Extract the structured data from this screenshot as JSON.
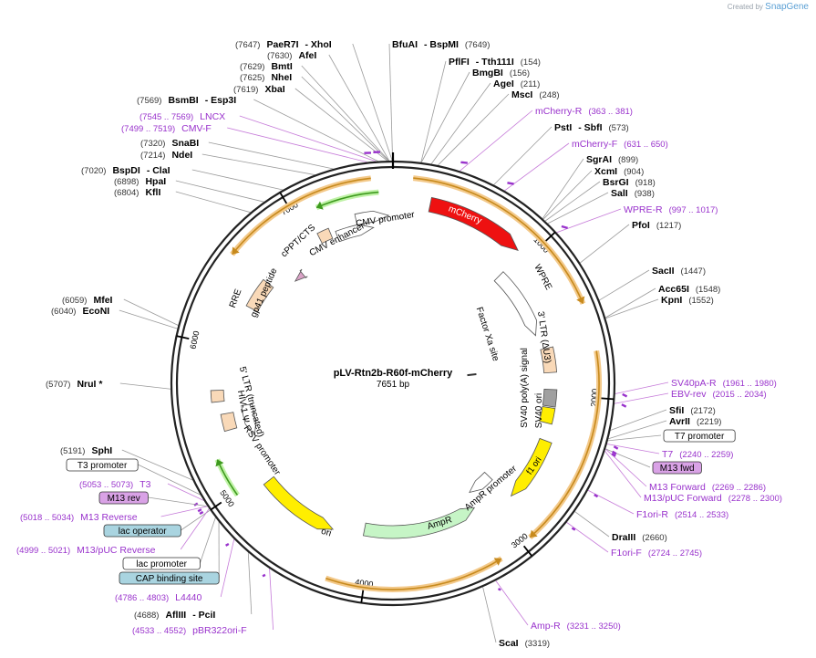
{
  "credit": {
    "prefix": "Created by",
    "brand": "SnapGene"
  },
  "plasmid": {
    "name": "pLV-Rtn2b-R60f-mCherry",
    "size": "7651 bp",
    "length": 7651
  },
  "colors": {
    "enzyme": "#000000",
    "primer": "#9932cc",
    "position": "#333333",
    "cut_line": "#9a9a9a",
    "feature_line": "#c67bd9"
  },
  "ticks": [
    "1000",
    "2000",
    "3000",
    "4000",
    "5000",
    "6000",
    "7000"
  ],
  "features": [
    {
      "label": "mCherry",
      "fill": "#ee1111",
      "kind": "arrow"
    },
    {
      "label": "WPRE",
      "fill": "#ffffff",
      "kind": "arrow"
    },
    {
      "label": "3' LTR (ΔU3)",
      "fill": "#f9d9b8",
      "kind": "box"
    },
    {
      "label": "SV40 poly(A) signal",
      "fill": "#a0a0a0",
      "kind": "box"
    },
    {
      "label": "SV40 ori",
      "fill": "#ffee00",
      "kind": "box"
    },
    {
      "label": "f1 ori",
      "fill": "#ffee00",
      "kind": "arrow"
    },
    {
      "label": "AmpR promoter",
      "fill": "#ffffff",
      "kind": "arrow"
    },
    {
      "label": "AmpR",
      "fill": "#c6f5c6",
      "kind": "arrow"
    },
    {
      "label": "ori",
      "fill": "#ffee00",
      "kind": "arrow"
    },
    {
      "label": "RSV promoter",
      "fill": "#ffffff",
      "kind": "arrow"
    },
    {
      "label": "5' LTR (truncated)",
      "fill": "#f9d9b8",
      "kind": "box"
    },
    {
      "label": "HIV-1 Ψ",
      "fill": "#f9d9b8",
      "kind": "box"
    },
    {
      "label": "RRE",
      "fill": "#f9d9b8",
      "kind": "box"
    },
    {
      "label": "gp41 peptide",
      "fill": "#d9a2c6",
      "kind": "arrow"
    },
    {
      "label": "cPPT/CTS",
      "fill": "#f9d9b8",
      "kind": "box"
    },
    {
      "label": "CMV enhancer",
      "fill": "#ffffff",
      "kind": "arrow"
    },
    {
      "label": "CMV promoter",
      "fill": "#ffffff",
      "kind": "arrow"
    },
    {
      "label": "Factor Xa site",
      "fill": "#ffffff",
      "kind": "mark"
    }
  ],
  "labels": [
    {
      "pos": "(7647)",
      "name": "PaeR7I",
      "extra": "- XhoI",
      "type": "enzyme"
    },
    {
      "name": "BfuAI",
      "extra": "- BspMI",
      "pos": "(7649)",
      "type": "enzyme"
    },
    {
      "pos": "(7630)",
      "name": "AfeI",
      "type": "enzyme"
    },
    {
      "name": "PflFI",
      "extra": "- Tth111I",
      "pos": "(154)",
      "type": "enzyme"
    },
    {
      "pos": "(7629)",
      "name": "BmtI",
      "type": "enzyme"
    },
    {
      "name": "BmgBI",
      "pos": "(156)",
      "type": "enzyme"
    },
    {
      "pos": "(7625)",
      "name": "NheI",
      "type": "enzyme"
    },
    {
      "name": "AgeI",
      "pos": "(211)",
      "type": "enzyme"
    },
    {
      "pos": "(7619)",
      "name": "XbaI",
      "type": "enzyme"
    },
    {
      "name": "MscI",
      "pos": "(248)",
      "type": "enzyme"
    },
    {
      "pos": "(7569)",
      "name": "BsmBI",
      "extra": "- Esp3I",
      "type": "enzyme"
    },
    {
      "name": "mCherry-R",
      "pos": "(363 .. 381)",
      "type": "primer"
    },
    {
      "pos": "(7545 .. 7569)",
      "name": "LNCX",
      "type": "primer"
    },
    {
      "name": "PstI",
      "extra": "- SbfI",
      "pos": "(573)",
      "type": "enzyme"
    },
    {
      "pos": "(7499 .. 7519)",
      "name": "CMV-F",
      "type": "primer"
    },
    {
      "name": "mCherry-F",
      "pos": "(631 .. 650)",
      "type": "primer"
    },
    {
      "pos": "(7320)",
      "name": "SnaBI",
      "type": "enzyme"
    },
    {
      "pos": "(7214)",
      "name": "NdeI",
      "type": "enzyme"
    },
    {
      "name": "SgrAI",
      "pos": "(899)",
      "type": "enzyme"
    },
    {
      "pos": "(7020)",
      "name": "BspDI",
      "extra": "- ClaI",
      "type": "enzyme"
    },
    {
      "name": "XcmI",
      "pos": "(904)",
      "type": "enzyme"
    },
    {
      "pos": "(6898)",
      "name": "HpaI",
      "type": "enzyme"
    },
    {
      "name": "BsrGI",
      "pos": "(918)",
      "type": "enzyme"
    },
    {
      "pos": "(6804)",
      "name": "KflI",
      "type": "enzyme"
    },
    {
      "name": "SalI",
      "pos": "(938)",
      "type": "enzyme"
    },
    {
      "name": "WPRE-R",
      "pos": "(997 .. 1017)",
      "type": "primer"
    },
    {
      "name": "PfoI",
      "pos": "(1217)",
      "type": "enzyme"
    },
    {
      "name": "SacII",
      "pos": "(1447)",
      "type": "enzyme"
    },
    {
      "name": "Acc65I",
      "pos": "(1548)",
      "type": "enzyme"
    },
    {
      "name": "KpnI",
      "pos": "(1552)",
      "type": "enzyme"
    },
    {
      "pos": "(6059)",
      "name": "MfeI",
      "type": "enzyme"
    },
    {
      "pos": "(6040)",
      "name": "EcoNI",
      "type": "enzyme"
    },
    {
      "pos": "(5707)",
      "name": "NruI *",
      "type": "enzyme"
    },
    {
      "name": "SV40pA-R",
      "pos": "(1961 .. 1980)",
      "type": "primer"
    },
    {
      "name": "EBV-rev",
      "pos": "(2015 .. 2034)",
      "type": "primer"
    },
    {
      "name": "SfiI",
      "pos": "(2172)",
      "type": "enzyme"
    },
    {
      "name": "AvrII",
      "pos": "(2219)",
      "type": "enzyme"
    },
    {
      "name": "T7 promoter",
      "type": "boxed-white"
    },
    {
      "name": "T7",
      "pos": "(2240 .. 2259)",
      "type": "primer"
    },
    {
      "pos": "(5191)",
      "name": "SphI",
      "type": "enzyme"
    },
    {
      "name": "T3 promoter",
      "type": "boxed-white"
    },
    {
      "name": "M13 fwd",
      "type": "boxed-purple"
    },
    {
      "pos": "(5053 .. 5073)",
      "name": "T3",
      "type": "primer"
    },
    {
      "name": "M13 Forward",
      "pos": "(2269 .. 2286)",
      "type": "primer"
    },
    {
      "name": "M13 rev",
      "type": "boxed-purple"
    },
    {
      "name": "M13/pUC Forward",
      "pos": "(2278 .. 2300)",
      "type": "primer"
    },
    {
      "pos": "(5018 .. 5034)",
      "name": "M13 Reverse",
      "type": "primer"
    },
    {
      "name": "F1ori-R",
      "pos": "(2514 .. 2533)",
      "type": "primer"
    },
    {
      "name": "lac operator",
      "type": "boxed-teal"
    },
    {
      "name": "DraIII",
      "pos": "(2660)",
      "type": "enzyme"
    },
    {
      "pos": "(4999 .. 5021)",
      "name": "M13/pUC Reverse",
      "type": "primer"
    },
    {
      "name": "F1ori-F",
      "pos": "(2724 .. 2745)",
      "type": "primer"
    },
    {
      "name": "lac promoter",
      "type": "boxed-white"
    },
    {
      "name": "CAP binding site",
      "type": "boxed-teal"
    },
    {
      "pos": "(4786 .. 4803)",
      "name": "L4440",
      "type": "primer"
    },
    {
      "pos": "(4688)",
      "name": "AflIII",
      "extra": "- PciI",
      "type": "enzyme"
    },
    {
      "name": "Amp-R",
      "pos": "(3231 .. 3250)",
      "type": "primer"
    },
    {
      "pos": "(4533 .. 4552)",
      "name": "pBR322ori-F",
      "type": "primer"
    },
    {
      "name": "ScaI",
      "pos": "(3319)",
      "type": "enzyme"
    }
  ]
}
